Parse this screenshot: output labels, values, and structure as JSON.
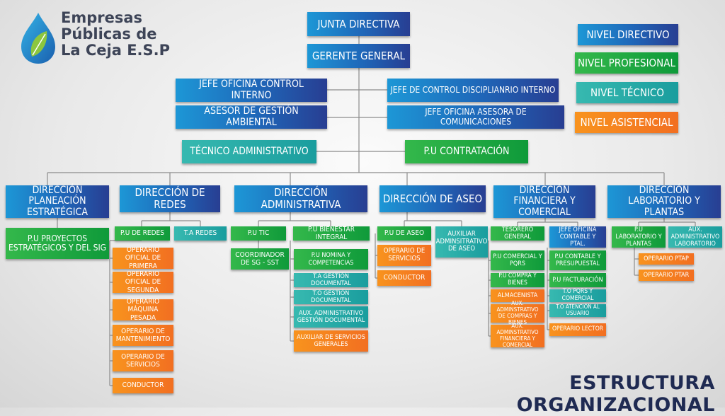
{
  "company": {
    "name_line1": "Empresas",
    "name_line2": "Públicas de",
    "name_line3": "La Ceja E.S.P"
  },
  "footer_title": "ESTRUCTURA ORGANIZACIONAL",
  "legend": {
    "directivo": "NIVEL DIRECTIVO",
    "profesional": "NIVEL PROFESIONAL",
    "tecnico": "NIVEL TÉCNICO",
    "asistencial": "NIVEL ASISTENCIAL"
  },
  "top": {
    "junta": "JUNTA DIRECTIVA",
    "gerente": "GERENTE GENERAL",
    "control_interno": "JEFE OFICINA CONTROL INTERNO",
    "control_disciplinario": "JEFE DE CONTROL DISCIPLIANRIO INTERNO",
    "gestion_ambiental": "ASESOR DE GESTIÓN AMBIENTAL",
    "comunicaciones": "JEFE OFICINA ASESORA DE COMUNICACIONES",
    "tecnico_admin": "TÉCNICO ADMINISTRATIVO",
    "contratacion": "P.U CONTRATACIÓN"
  },
  "directions": {
    "planeacion": "DIRECCIÓN PLANEACIÓN ESTRATÉGICA",
    "redes": "DIRECCIÓN DE REDES",
    "administrativa": "DIRECCIÓN ADMINISTRATIVA",
    "aseo": "DIRECCIÓN DE ASEO",
    "financiera": "DIRECCIÓN FINANCIERA Y COMERCIAL",
    "laboratorio": "DIRECCIÓN LABORATORIO Y PLANTAS"
  },
  "planeacion": {
    "pu_proyectos": "P.U PROYECTOS ESTRATÉGICOS Y DEL SIG"
  },
  "redes": {
    "pu_redes": "P.U DE REDES",
    "ta_redes": "T.A REDES",
    "op_primera": "OPERARIO OFICIAL DE PRIMERA",
    "op_segunda": "OPERARIO OFICIAL DE SEGUNDA",
    "op_maquina": "OPERARIO MÁQUINA PESADA",
    "op_mantenimiento": "OPERARIO DE MANTENIMIENTO",
    "op_servicios": "OPERARIO DE SERVICIOS",
    "conductor": "CONDUCTOR"
  },
  "administrativa": {
    "pu_tic": "P.U TIC",
    "pu_bienestar": "P.U BIENESTAR INTEGRAL",
    "coordinador": "COORDINADOR DE SG - SST",
    "pu_nomina": "P.U NOMINA Y COMPETENCIAS",
    "ta_gestion": "T.A GESTIÓN DOCUMENTAL",
    "to_gestion": "T.O GESTIÓN DOCUMENTAL",
    "aux_gestion": "AUX. ADMINISTRATIVO GESTIÓN DOCUMENTAL",
    "aux_servicios": "AUXILIAR DE SERVICIOS GENERALES"
  },
  "aseo": {
    "pu_aseo": "P.U DE ASEO",
    "aux_aseo": "AUXILIAR ADMINSITRATIVO DE ASEO",
    "op_servicios": "OPERARIO DE SERVICIOS",
    "conductor": "CONDUCTOR"
  },
  "financiera": {
    "tesorero": "TESORERO GENERAL",
    "jefe_contable": "JEFE OFICINA CONTABLE Y PTAL.",
    "pu_comercial": "P.U COMERCIAL Y PQRS",
    "pu_contable": "P.U CONTABLE Y PRESUPUESTAL",
    "pu_compra": "P.U COMPRA Y BIENES",
    "pu_facturacion": "P.U FACTURACIÓN",
    "almacenista": "ALMACENISTA",
    "to_pqrs": "T.O PQRS Y COMERCIAL",
    "aux_compras": "AUX. ADMINSTRATIVO DE COMPRAS Y BIENES",
    "to_atencion": "T.O ATENCIÓN AL USUARIO",
    "aux_financiera": "AUX. ADMINSTRATIVO FINANCIERA Y COMERCIAL",
    "op_lector": "OPERARIO LECTOR"
  },
  "laboratorio": {
    "pu_lab": "P.U LABORATORIO Y PLANTAS",
    "aux_lab": "AUX. ADMINISTRATIVO LABORATORIO",
    "op_ptap": "OPERARIO PTAP",
    "op_ptar": "OPERARIO PTAR"
  }
}
